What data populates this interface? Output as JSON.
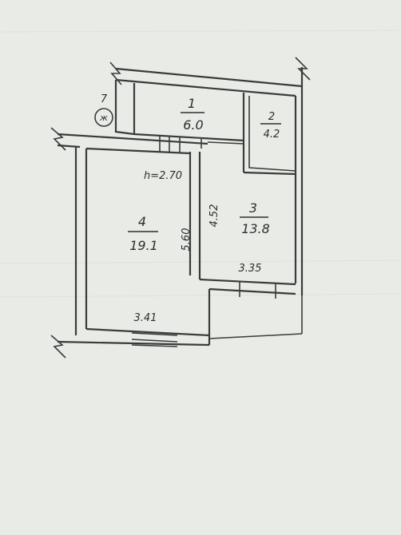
{
  "rooms": [
    {
      "number": "1",
      "area": "6.0"
    },
    {
      "number": "2",
      "area": "4.2"
    },
    {
      "number": "3",
      "area": "13.8"
    },
    {
      "number": "4",
      "area": "19.1"
    }
  ],
  "dimensions": {
    "ceiling_height": "h=2.70",
    "room4_depth": "5.60",
    "room3_depth": "4.52",
    "room4_width": "3.41",
    "room3_width": "3.35"
  },
  "markings": {
    "stair_number": "7",
    "stair_label": "ж"
  }
}
